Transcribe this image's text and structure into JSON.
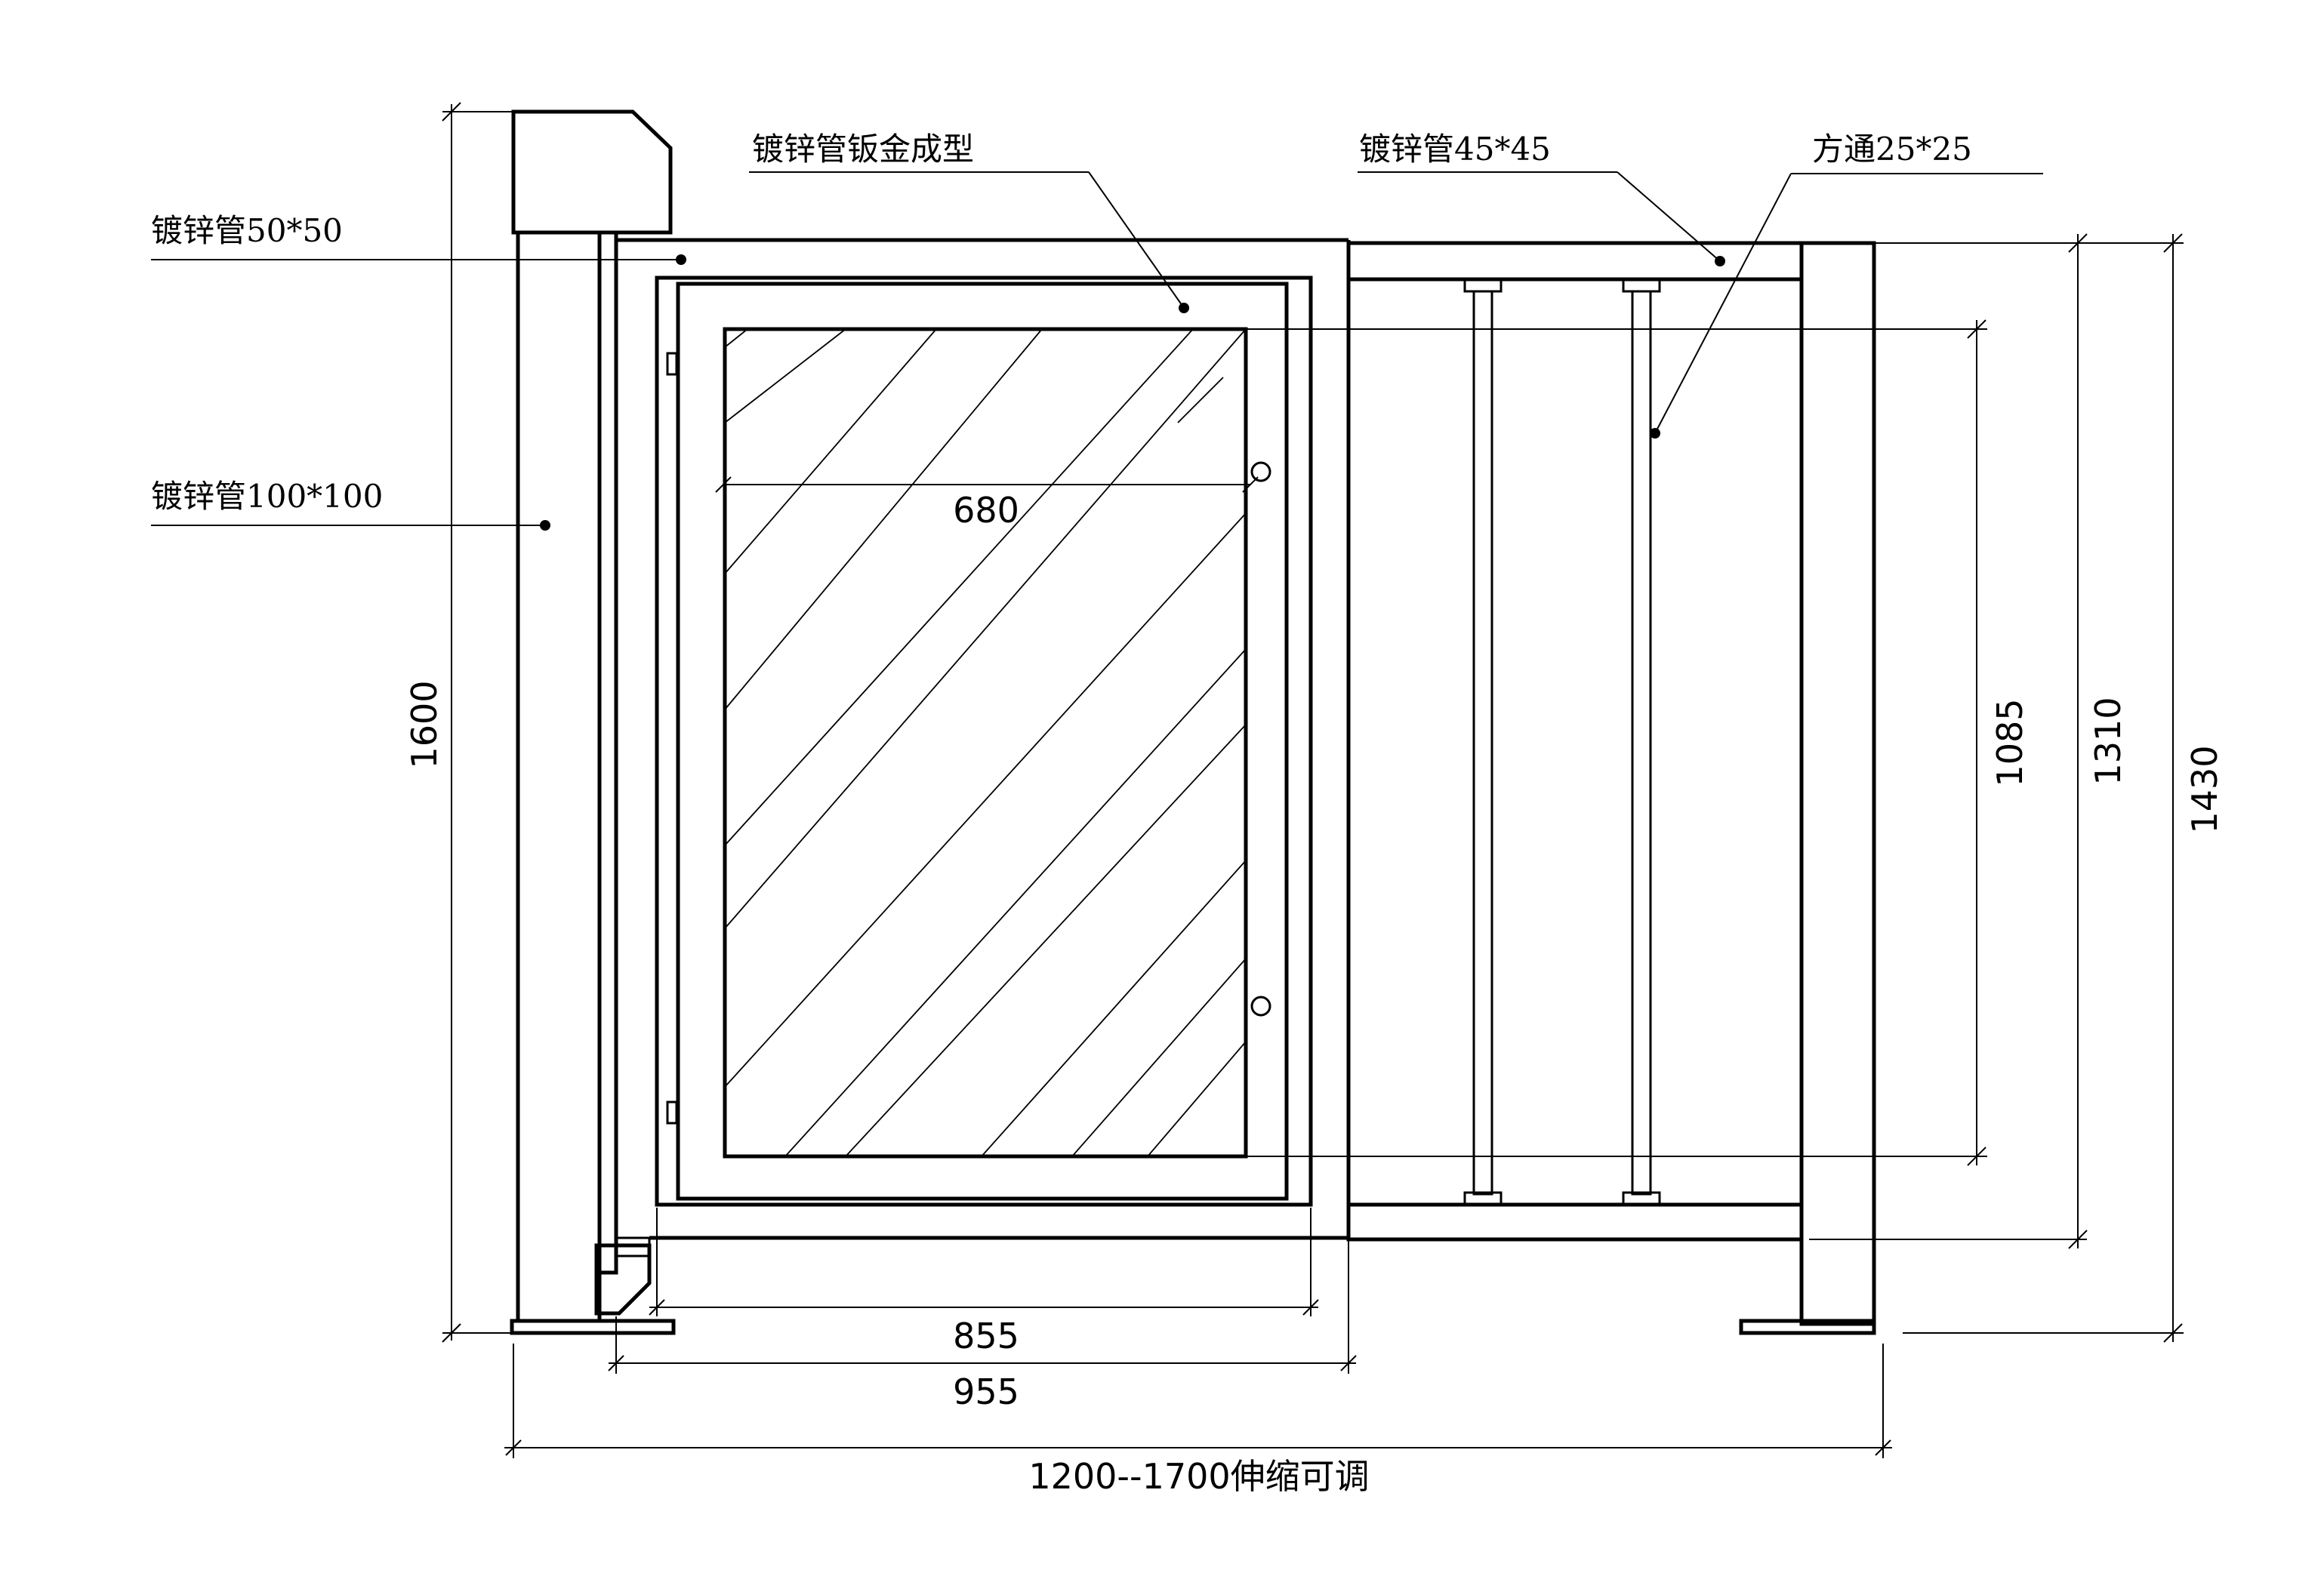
{
  "labels": {
    "pipe_50": "镀锌管50*50",
    "pipe_100": "镀锌管100*100",
    "sheet_metal": "镀锌管钣金成型",
    "pipe_45": "镀锌管45*45",
    "square_tube": "方通25*25"
  },
  "dimensions": {
    "glass_width": "680",
    "door_width": "855",
    "frame_width": "955",
    "total_width": "1200--1700伸缩可调",
    "total_height": "1600",
    "slat_height": "1085",
    "frame_height": "1310",
    "post_height": "1430"
  }
}
